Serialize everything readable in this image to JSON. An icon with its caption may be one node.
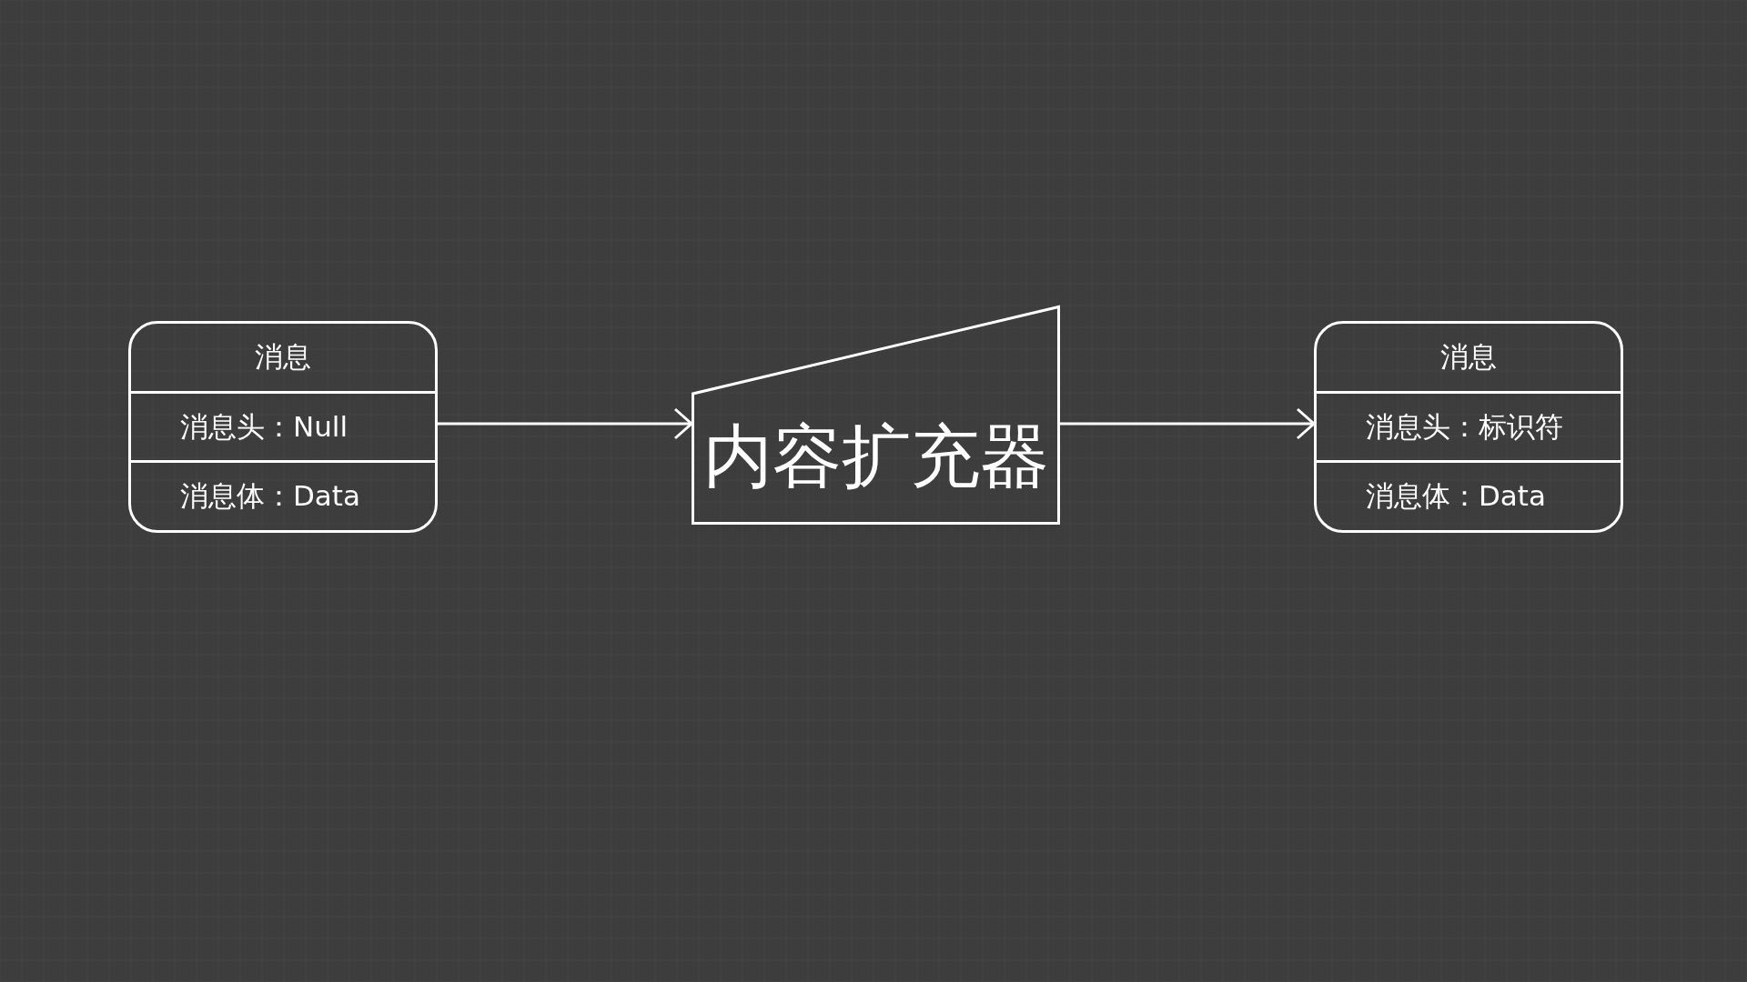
{
  "diagram": {
    "nodes": [
      {
        "text": [
          "消息",
          "消息头：Null",
          "消息体：Data"
        ]
      },
      {
        "text": [
          "内容扩充器"
        ]
      },
      {
        "text": [
          "消息",
          "消息头：标识符",
          "消息体：Data"
        ]
      }
    ],
    "edges": [
      {
        "from": 0,
        "to": 1,
        "arrow": "to"
      },
      {
        "from": 1,
        "to": 2,
        "arrow": "to"
      }
    ]
  }
}
